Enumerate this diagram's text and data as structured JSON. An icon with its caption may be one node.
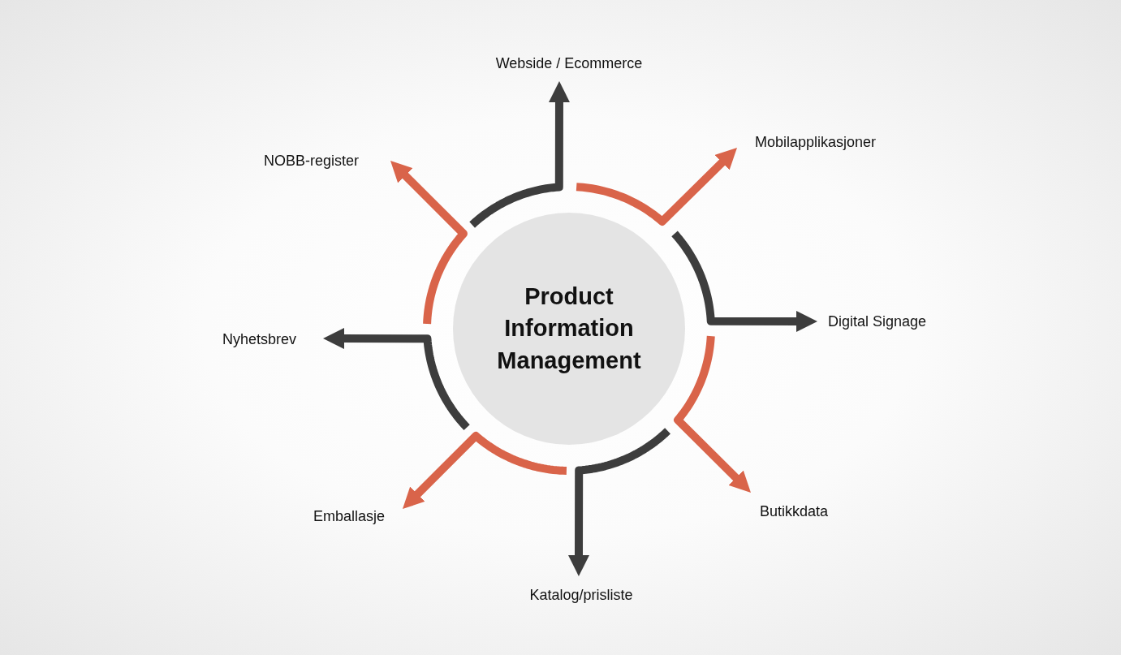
{
  "diagram": {
    "nodes": [
      {
        "text": [
          "Product Information Management"
        ]
      },
      {
        "text": [
          "Webside / Ecommerce"
        ]
      },
      {
        "text": [
          "Mobilapplikasjoner"
        ]
      },
      {
        "text": [
          "Digital Signage"
        ]
      },
      {
        "text": [
          "Butikkdata"
        ]
      },
      {
        "text": [
          "Katalog/prisliste"
        ]
      },
      {
        "text": [
          "Emballasje"
        ]
      },
      {
        "text": [
          "Nyhetsbrev"
        ]
      },
      {
        "text": [
          "NOBB-register"
        ]
      }
    ],
    "edges": [
      {
        "from": 0,
        "to": 1,
        "arrow": "to"
      },
      {
        "from": 0,
        "to": 2,
        "arrow": "to",
        "color": "#d9644a"
      },
      {
        "from": 0,
        "to": 3,
        "arrow": "to"
      },
      {
        "from": 0,
        "to": 4,
        "arrow": "to",
        "color": "#d9644a"
      },
      {
        "from": 0,
        "to": 5,
        "arrow": "to"
      },
      {
        "from": 0,
        "to": 6,
        "arrow": "to",
        "color": "#d9644a"
      },
      {
        "from": 0,
        "to": 7,
        "arrow": "to"
      },
      {
        "from": 0,
        "to": 8,
        "arrow": "to",
        "color": "#d9644a"
      }
    ]
  }
}
